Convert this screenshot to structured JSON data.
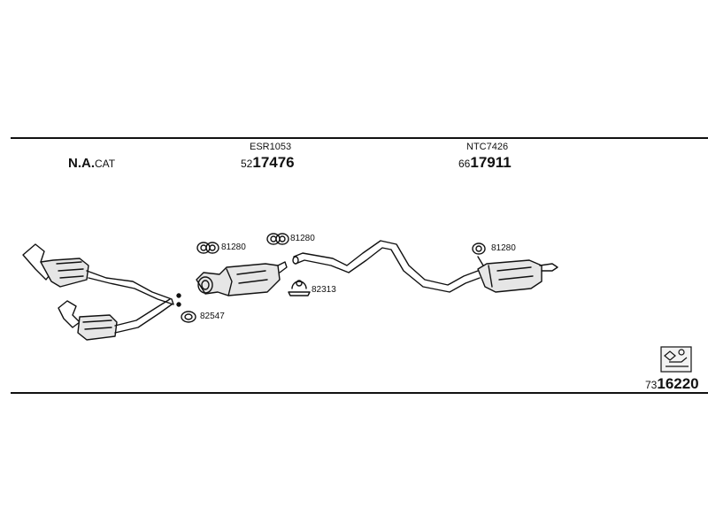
{
  "header": {
    "na_main": "N.A.",
    "na_sub": "CAT",
    "middle_code": "ESR1053",
    "middle_prefix": "52",
    "middle_number": "17476",
    "rear_code": "NTC7426",
    "rear_prefix": "66",
    "rear_number": "17911"
  },
  "refs": {
    "mid_gasket": "81280",
    "rear_gasket_left": "81280",
    "clamp": "82313",
    "front_ring": "82547",
    "rear_gasket": "81280"
  },
  "footer": {
    "kit_prefix": "73",
    "kit_number": "16220"
  },
  "icons": [
    "car-exhaust-kit-icon"
  ]
}
